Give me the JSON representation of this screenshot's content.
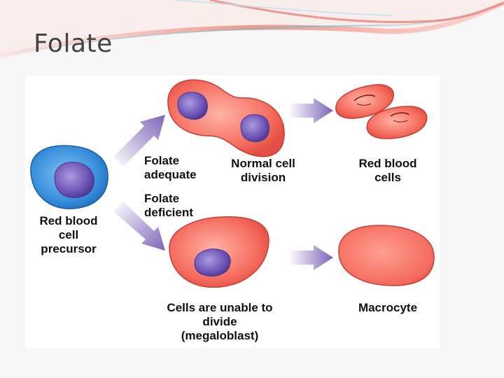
{
  "slide": {
    "title": "Folate"
  },
  "diagram": {
    "precursor_label": [
      "Red blood",
      "cell",
      "precursor"
    ],
    "folate_adequate_label": [
      "Folate",
      "adequate"
    ],
    "folate_deficient_label": [
      "Folate",
      "deficient"
    ],
    "normal_division_label": [
      "Normal cell",
      "division"
    ],
    "red_blood_cells_label": [
      "Red blood",
      "cells"
    ],
    "megaloblast_label": [
      "Cells are unable to",
      "divide",
      "(megaloblast)"
    ],
    "macrocyte_label": [
      "Macrocyte"
    ]
  },
  "colors": {
    "cell_red": "#f46a5c",
    "cell_red_light": "#ffa898",
    "precursor_blue": "#2f86d6",
    "nucleus_purple": "#6d53b6",
    "arrow_purple": "#7e64b8"
  }
}
